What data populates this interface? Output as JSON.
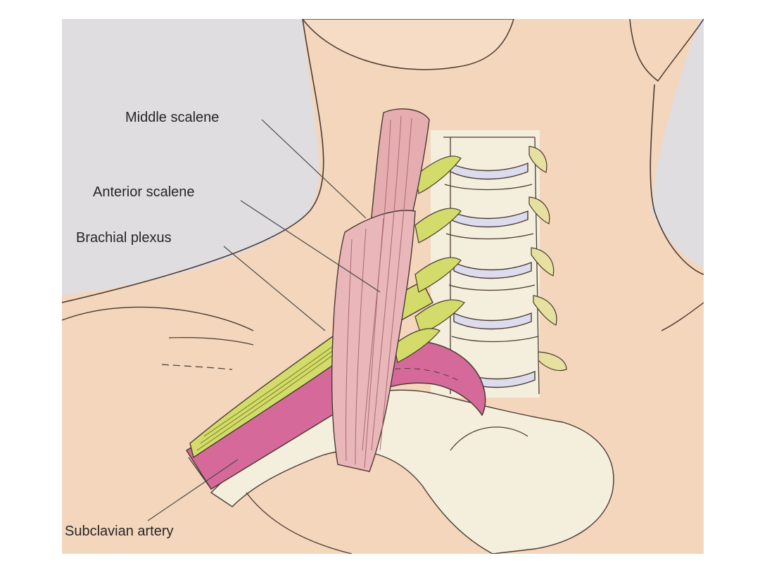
{
  "figure": {
    "labels": {
      "middle_scalene": "Middle scalene",
      "anterior_scalene": "Anterior scalene",
      "brachial_plexus": "Brachial plexus",
      "subclavian_artery": "Subclavian artery"
    }
  },
  "colors": {
    "skin": "#f3d6bc",
    "background_grey": "#dcdde3",
    "muscle": "#e6adb1",
    "nerve": "#d3dc6a",
    "artery": "#d56a9a",
    "bone": "#f4eedc",
    "disc": "#dcdcee",
    "outline": "#4a3a32"
  }
}
